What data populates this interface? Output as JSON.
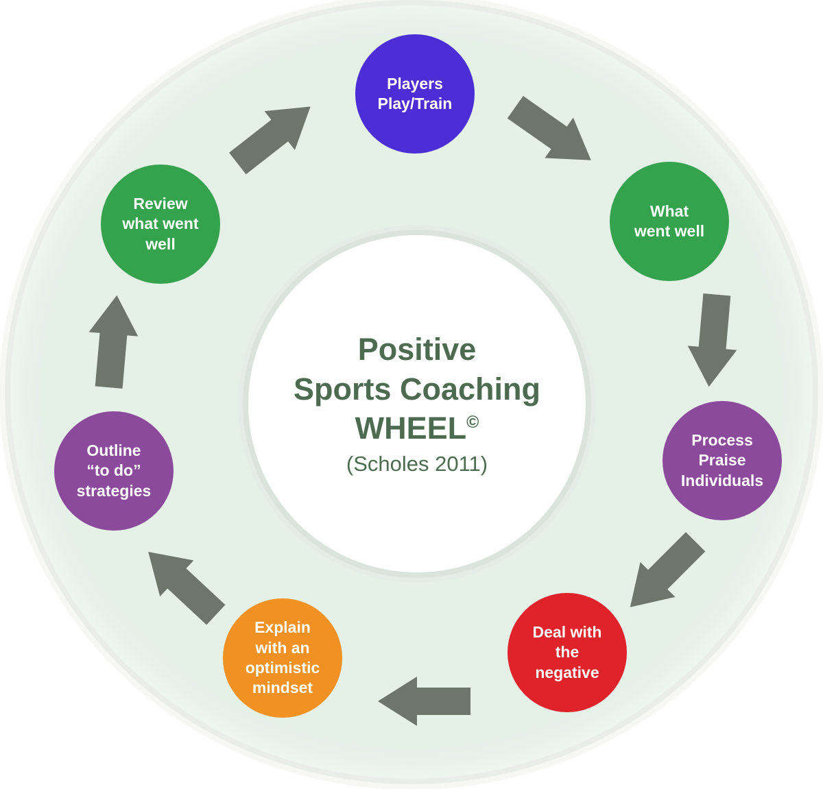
{
  "diagram": {
    "title_semantic": "Positive Sports Coaching Wheel",
    "ring_color": "#E5F0E7",
    "arrow_color": "#6C766B",
    "center": {
      "title_line1": "Positive",
      "title_line2": "Sports Coaching",
      "title_line3": "WHEEL",
      "copyright_symbol": "©",
      "subtitle": "(Scholes 2011)",
      "text_color": "#4C6B51"
    },
    "nodes": [
      {
        "id": "players-play-train",
        "label": "Players\nPlay/Train",
        "color": "#4C2ED6"
      },
      {
        "id": "what-went-well",
        "label": "What\nwent well",
        "color": "#35A24E"
      },
      {
        "id": "process-praise-individuals",
        "label": "Process\nPraise\nIndividuals",
        "color": "#8C4A9C"
      },
      {
        "id": "deal-with-the-negative",
        "label": "Deal with\nthe\nnegative",
        "color": "#E0222A"
      },
      {
        "id": "explain-optimistic-mindset",
        "label": "Explain\nwith an\noptimistic\nmindset",
        "color": "#F19123"
      },
      {
        "id": "outline-to-do-strategies",
        "label": "Outline\n“to do”\nstrategies",
        "color": "#8C4A9C"
      },
      {
        "id": "review-what-went-well",
        "label": "Review\nwhat went\nwell",
        "color": "#35A24E"
      }
    ],
    "arrows": [
      {
        "from": "review-what-went-well",
        "to": "players-play-train"
      },
      {
        "from": "players-play-train",
        "to": "what-went-well"
      },
      {
        "from": "what-went-well",
        "to": "process-praise-individuals"
      },
      {
        "from": "process-praise-individuals",
        "to": "deal-with-the-negative"
      },
      {
        "from": "deal-with-the-negative",
        "to": "explain-optimistic-mindset"
      },
      {
        "from": "explain-optimistic-mindset",
        "to": "outline-to-do-strategies"
      },
      {
        "from": "outline-to-do-strategies",
        "to": "review-what-went-well"
      }
    ]
  }
}
